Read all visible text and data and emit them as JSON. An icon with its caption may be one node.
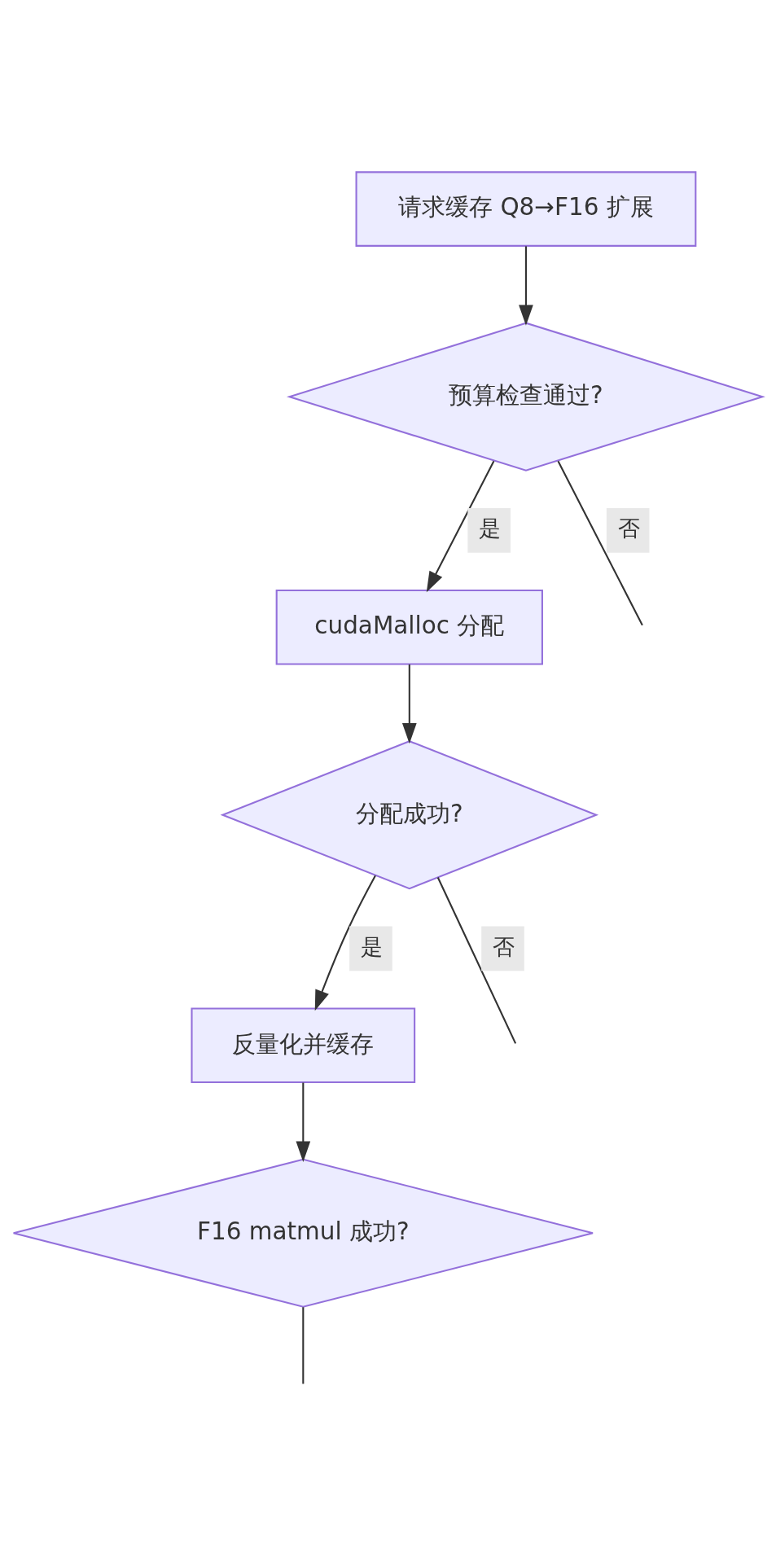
{
  "diagram": {
    "nodes": [
      {
        "text": [
          "请求缓存 Q8→F16 扩展"
        ]
      },
      {
        "text": [
          "预算检查通过?"
        ]
      },
      {
        "text": [
          "cudaMalloc 分配"
        ]
      },
      {
        "text": [
          "分配成功?"
        ]
      },
      {
        "text": [
          "反量化并缓存"
        ]
      },
      {
        "text": [
          "F16 matmul 成功?"
        ]
      }
    ],
    "edges": [
      {
        "from": 0,
        "to": 1,
        "arrow": "to"
      },
      {
        "from": 1,
        "to": 2,
        "arrow": "to",
        "label": "是"
      },
      {
        "from": 1,
        "to": null,
        "arrow": "none",
        "label": "否"
      },
      {
        "from": 2,
        "to": 3,
        "arrow": "to"
      },
      {
        "from": 3,
        "to": 4,
        "arrow": "to",
        "label": "是"
      },
      {
        "from": 3,
        "to": null,
        "arrow": "none",
        "label": "否"
      },
      {
        "from": 4,
        "to": 5,
        "arrow": "to"
      },
      {
        "from": 5,
        "to": null,
        "arrow": "none"
      }
    ]
  }
}
